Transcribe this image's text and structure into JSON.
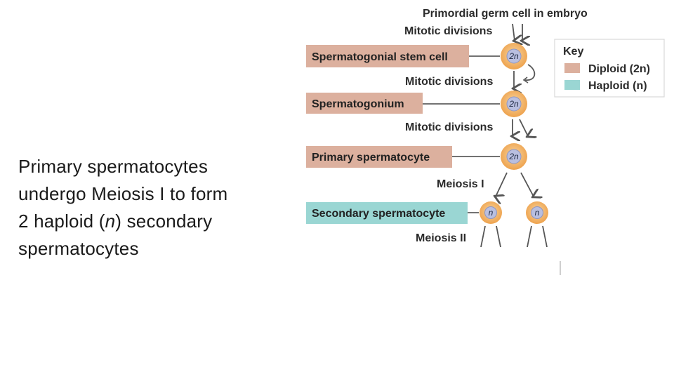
{
  "caption": {
    "line1": "Primary spermatocytes",
    "line2": "undergo Meiosis I to form",
    "line3_pre": "2 haploid (",
    "line3_it": "n",
    "line3_post": ") secondary",
    "line4": "spermatocytes"
  },
  "diagram": {
    "top_label": "Primordial germ cell in embryo",
    "mitotic_1": "Mitotic divisions",
    "mitotic_2": "Mitotic divisions",
    "mitotic_3": "Mitotic divisions",
    "meiosis_1": "Meiosis I",
    "meiosis_2": "Meiosis II",
    "stages": {
      "stem_cell": "Spermatogonial stem cell",
      "spermatogonium": "Spermatogonium",
      "primary": "Primary spermatocyte",
      "secondary": "Secondary spermatocyte"
    },
    "ploidy": {
      "stem_cell": "2n",
      "spermatogonium": "2n",
      "primary": "2n",
      "secondary_a": "n",
      "secondary_b": "n"
    },
    "key": {
      "title": "Key",
      "diploid": "Diploid (2n)",
      "haploid": "Haploid (n)"
    }
  },
  "colors": {
    "diploid": "#dcb09e",
    "haploid": "#9ad6d3",
    "cell_outer": "#f3b062",
    "cell_inner": "#b9bfe0",
    "arrow": "#555555"
  }
}
